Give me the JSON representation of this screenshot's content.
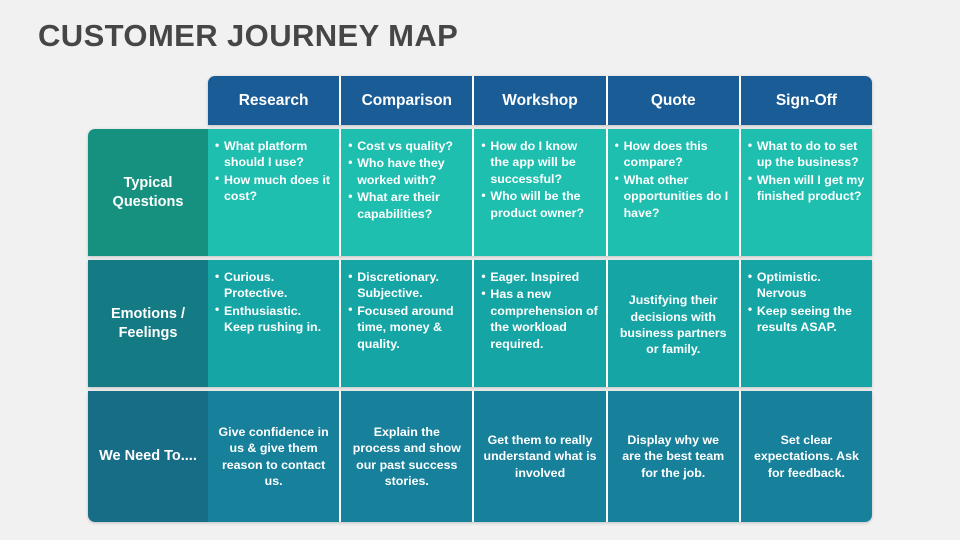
{
  "title": "CUSTOMER JOURNEY MAP",
  "colors": {
    "background": "#f1f1f1",
    "title_text": "#464646",
    "header_blue": "#1a5c96",
    "row1_cell": "#1fbfb0",
    "row2_cell": "#16a5a5",
    "row3_cell": "#17809a",
    "row1_label": "#17917f",
    "row2_label": "#147b84",
    "row3_label": "#176d85",
    "text": "#ffffff"
  },
  "stages": [
    {
      "label": "Research"
    },
    {
      "label": "Comparison"
    },
    {
      "label": "Workshop"
    },
    {
      "label": "Quote"
    },
    {
      "label": "Sign-Off"
    }
  ],
  "rows": [
    {
      "label": "Typical Questions",
      "style": "bullets",
      "cells": [
        {
          "bullets": [
            "What platform should I use?",
            "How much does it cost?"
          ]
        },
        {
          "bullets": [
            "Cost vs quality?",
            "Who have they worked with?",
            "What are their capabilities?"
          ]
        },
        {
          "bullets": [
            "How do I know the app will be successful?",
            "Who will be the product owner?"
          ]
        },
        {
          "bullets": [
            "How does this compare?",
            "What other opportunities do I have?"
          ]
        },
        {
          "bullets": [
            "What to do to set up the business?",
            "When will I get my finished product?"
          ]
        }
      ]
    },
    {
      "label": "Emotions / Feelings",
      "style": "mixed",
      "cells": [
        {
          "bullets": [
            "Curious. Protective.",
            "Enthusiastic. Keep rushing in."
          ]
        },
        {
          "bullets": [
            "Discretionary. Subjective.",
            "Focused around time, money & quality."
          ]
        },
        {
          "bullets": [
            "Eager. Inspired",
            "Has a new comprehension of the workload required."
          ]
        },
        {
          "text": "Justifying their decisions with business partners or family."
        },
        {
          "bullets": [
            "Optimistic. Nervous",
            "Keep seeing the results ASAP."
          ]
        }
      ]
    },
    {
      "label": "We Need To....",
      "style": "centered",
      "cells": [
        {
          "text": "Give confidence in us & give them reason to contact us."
        },
        {
          "text": "Explain the process and show our past success stories."
        },
        {
          "text": "Get them to really understand what is involved"
        },
        {
          "text": "Display why we are the best team for the job."
        },
        {
          "text": "Set clear expectations. Ask for feedback."
        }
      ]
    }
  ]
}
